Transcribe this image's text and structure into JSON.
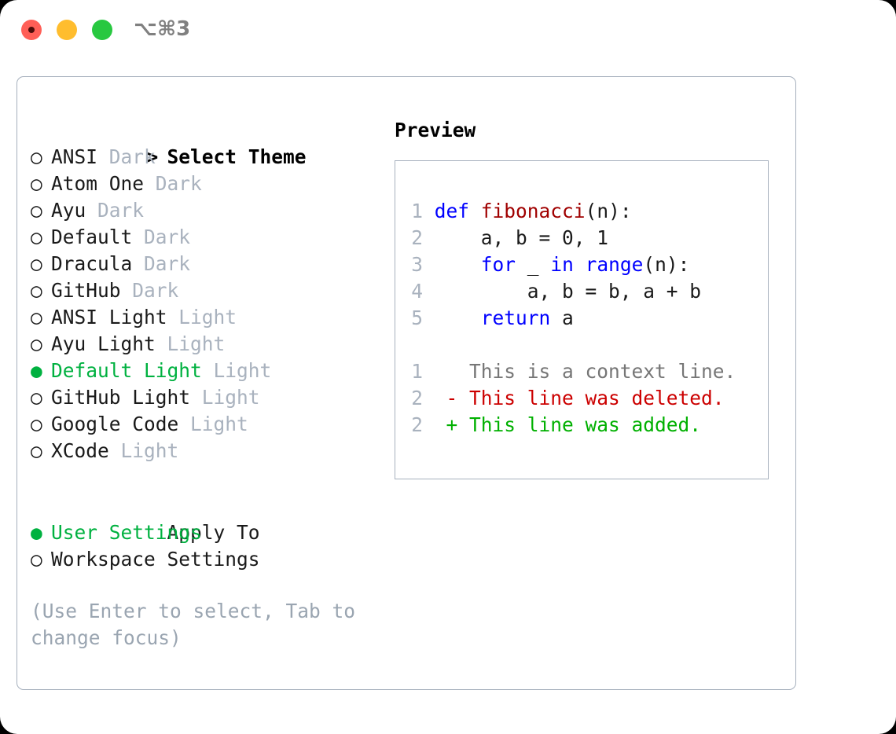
{
  "titlebar": {
    "shortcut": "⌥⌘3",
    "traffic_lights": [
      {
        "name": "close",
        "color": "#ff5f57"
      },
      {
        "name": "minimize",
        "color": "#ffbd2e"
      },
      {
        "name": "maximize",
        "color": "#28c840"
      }
    ]
  },
  "theme_section": {
    "header_marker": ">",
    "header": "Select Theme",
    "items": [
      {
        "marker": "○",
        "label": "ANSI",
        "tag": "Dark",
        "selected": false
      },
      {
        "marker": "○",
        "label": "Atom One",
        "tag": "Dark",
        "selected": false
      },
      {
        "marker": "○",
        "label": "Ayu",
        "tag": "Dark",
        "selected": false
      },
      {
        "marker": "○",
        "label": "Default",
        "tag": "Dark",
        "selected": false
      },
      {
        "marker": "○",
        "label": "Dracula",
        "tag": "Dark",
        "selected": false
      },
      {
        "marker": "○",
        "label": "GitHub",
        "tag": "Dark",
        "selected": false
      },
      {
        "marker": "○",
        "label": "ANSI Light",
        "tag": "Light",
        "selected": false
      },
      {
        "marker": "○",
        "label": "Ayu Light",
        "tag": "Light",
        "selected": false
      },
      {
        "marker": "●",
        "label": "Default Light",
        "tag": "Light",
        "selected": true
      },
      {
        "marker": "○",
        "label": "GitHub Light",
        "tag": "Light",
        "selected": false
      },
      {
        "marker": "○",
        "label": "Google Code",
        "tag": "Light",
        "selected": false
      },
      {
        "marker": "○",
        "label": "XCode",
        "tag": "Light",
        "selected": false
      }
    ]
  },
  "apply_to_section": {
    "header_marker": " ",
    "header": "Apply To",
    "items": [
      {
        "marker": "●",
        "label": "User Settings",
        "selected": true
      },
      {
        "marker": "○",
        "label": "Workspace Settings",
        "selected": false
      }
    ]
  },
  "help_text": "(Use Enter to select, Tab to change focus)",
  "preview": {
    "title": "Preview",
    "code_lines": [
      {
        "num": "1",
        "tokens": [
          {
            "t": "def",
            "c": "kw"
          },
          {
            "t": " ",
            "c": "plain"
          },
          {
            "t": "fibonacci",
            "c": "fn"
          },
          {
            "t": "(n):",
            "c": "plain"
          }
        ]
      },
      {
        "num": "2",
        "tokens": [
          {
            "t": "    a, b = 0, 1",
            "c": "plain"
          }
        ]
      },
      {
        "num": "3",
        "tokens": [
          {
            "t": "    ",
            "c": "plain"
          },
          {
            "t": "for",
            "c": "kw"
          },
          {
            "t": " _ ",
            "c": "plain"
          },
          {
            "t": "in",
            "c": "kw"
          },
          {
            "t": " ",
            "c": "plain"
          },
          {
            "t": "range",
            "c": "kw"
          },
          {
            "t": "(n):",
            "c": "plain"
          }
        ]
      },
      {
        "num": "4",
        "tokens": [
          {
            "t": "        a, b = b, a + b",
            "c": "plain"
          }
        ]
      },
      {
        "num": "5",
        "tokens": [
          {
            "t": "    ",
            "c": "plain"
          },
          {
            "t": "return",
            "c": "kw"
          },
          {
            "t": " a",
            "c": "plain"
          }
        ]
      }
    ],
    "diff_lines": [
      {
        "num": "1",
        "sign": " ",
        "text": " This is a context line.",
        "kind": "d-ctx"
      },
      {
        "num": "2",
        "sign": "-",
        "text": " This line was deleted.",
        "kind": "d-del"
      },
      {
        "num": "2",
        "sign": "+",
        "text": " This line was added.",
        "kind": "d-add"
      }
    ]
  },
  "colors": {
    "accent_green": "#00b140",
    "muted_gray": "#a9b2be",
    "help_gray": "#9aa5b1",
    "keyword_blue": "#0000ff",
    "function_red": "#a00000",
    "diff_delete": "#cc0000",
    "diff_add": "#00b000",
    "border": "#a6b0bd"
  }
}
